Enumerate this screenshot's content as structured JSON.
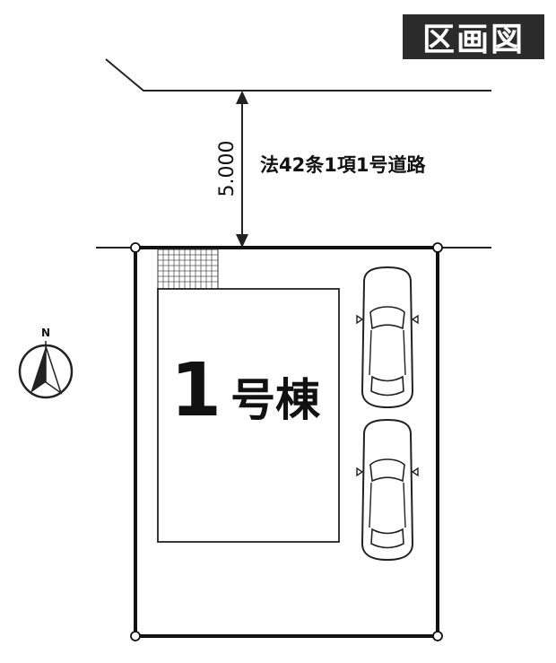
{
  "title": "区画図",
  "road": {
    "label": "法42条1項1号道路",
    "width_dimension": "5.000"
  },
  "building": {
    "number": "1",
    "suffix": "号棟"
  },
  "compass": {
    "label": "N"
  },
  "parking": {
    "car_count": 2
  }
}
